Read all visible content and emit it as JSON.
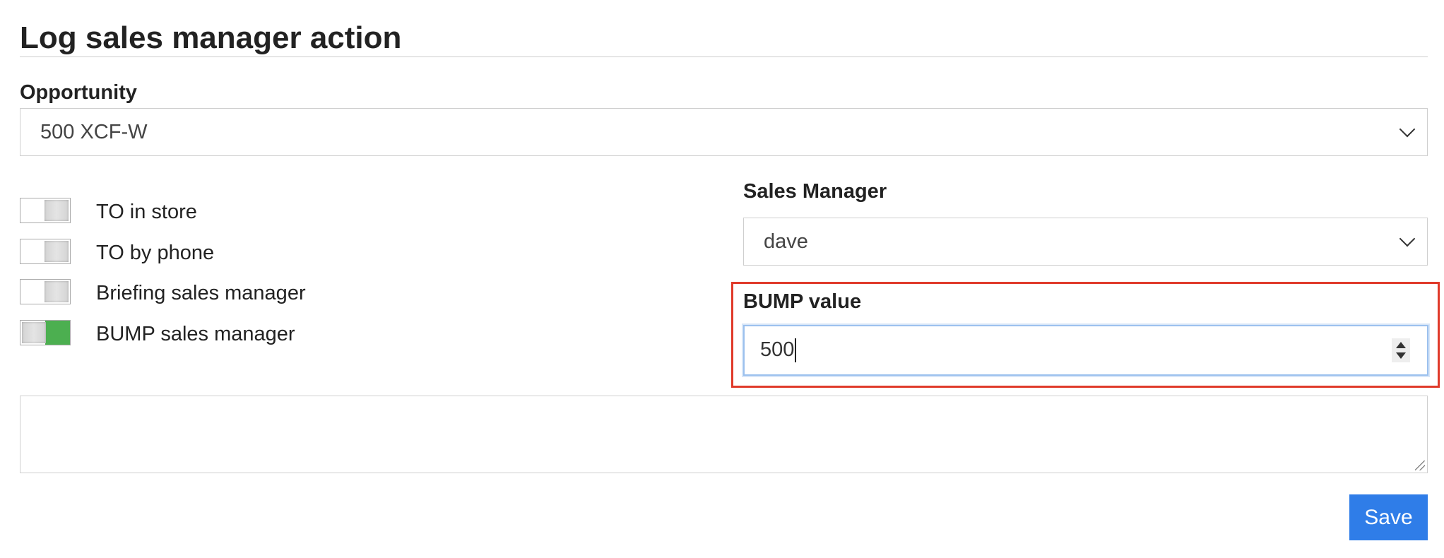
{
  "page": {
    "title": "Log sales manager action"
  },
  "opportunity": {
    "label": "Opportunity",
    "selected": "500 XCF-W"
  },
  "toggles": [
    {
      "label": "TO in store",
      "on": false
    },
    {
      "label": "TO by phone",
      "on": false
    },
    {
      "label": "Briefing sales manager",
      "on": false
    },
    {
      "label": "BUMP sales manager",
      "on": true
    }
  ],
  "sales_manager": {
    "label": "Sales Manager",
    "selected": "dave"
  },
  "bump": {
    "label": "BUMP value",
    "value": "500"
  },
  "notes": {
    "value": ""
  },
  "actions": {
    "save_label": "Save"
  },
  "colors": {
    "accent": "#2f7de8",
    "toggle_on": "#4caf50",
    "highlight": "#e03a2a"
  }
}
